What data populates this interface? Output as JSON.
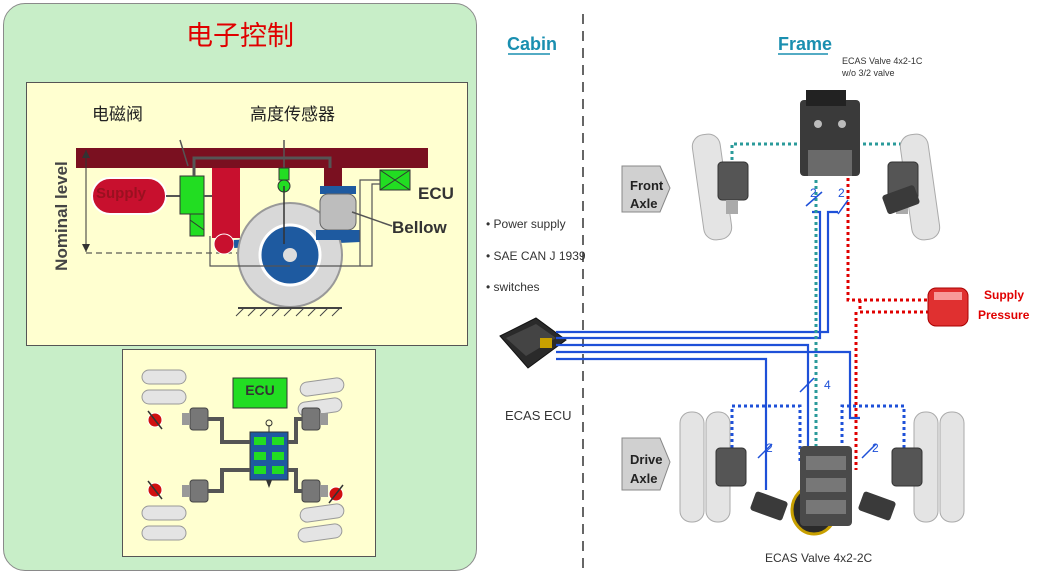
{
  "left": {
    "title": "电子控制",
    "diagram": {
      "solenoid_label": "电磁阀",
      "height_sensor_label": "高度传感器",
      "supply_label": "Supply",
      "ecu_label": "ECU",
      "bellow_label": "Bellow",
      "nominal_label": "Nominal level"
    },
    "layout": {
      "ecu_label": "ECU"
    }
  },
  "right": {
    "cabin_label": "Cabin",
    "frame_label": "Frame",
    "features": [
      "Power supply",
      "SAE CAN J 1939",
      "switches"
    ],
    "ecu_name": "ECAS ECU",
    "front_valve_line1": "ECAS Valve 4x2-1C",
    "front_valve_line2": "w/o 3/2 valve",
    "front_axle_line1": "Front",
    "front_axle_line2": "Axle",
    "drive_axle_line1": "Drive",
    "drive_axle_line2": "Axle",
    "supply_line1": "Supply",
    "supply_line2": "Pressure",
    "rear_valve": "ECAS Valve 4x2-2C",
    "line_counts": {
      "front_a": "2",
      "front_b": "2",
      "rear_main": "4",
      "rear_left": "2",
      "rear_right": "2"
    }
  },
  "colors": {
    "title_red": "#e00000",
    "cabin_blue": "#1a8fb0",
    "can_blue": "#1e50d8",
    "air_red": "#e00000",
    "sensor_teal": "#2a9a9a",
    "panel_green": "#c8eec8",
    "box_yellow": "#ffffd0",
    "frame_maroon": "#7a1020"
  }
}
